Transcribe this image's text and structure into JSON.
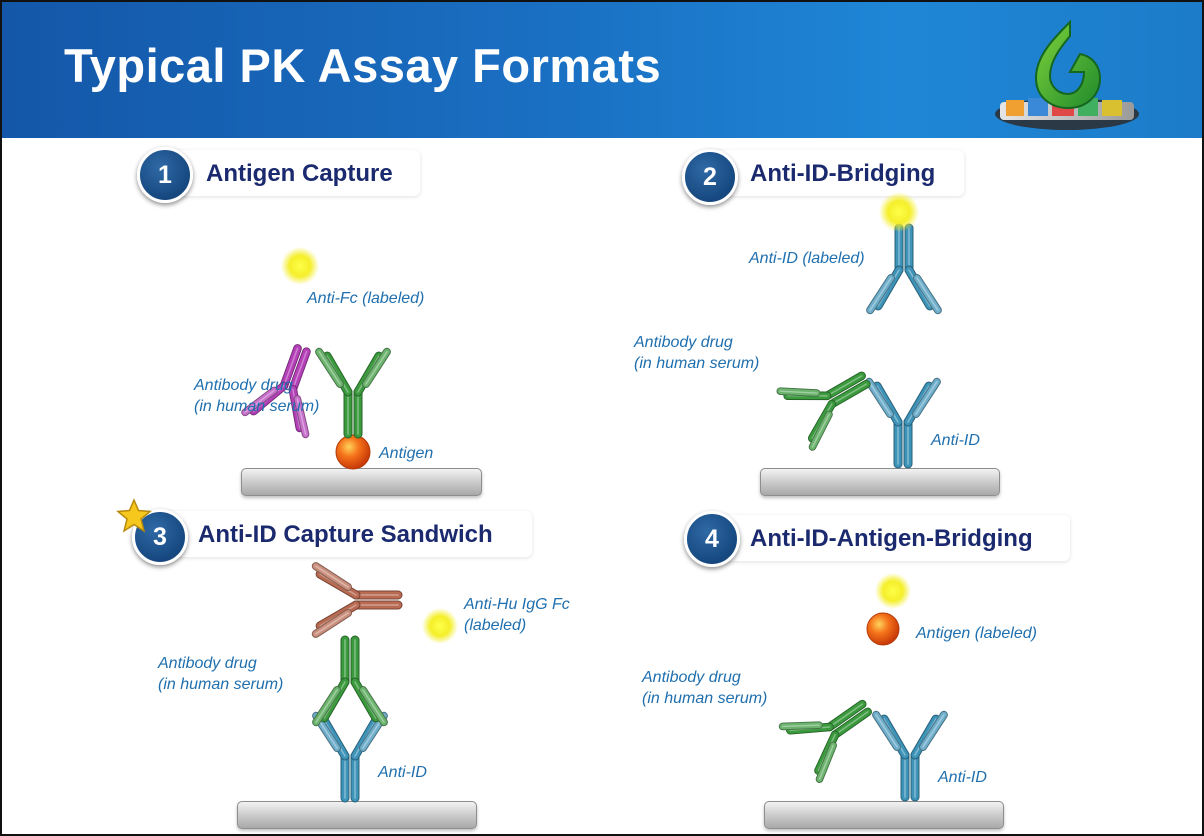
{
  "header": {
    "title": "Typical PK Assay Formats"
  },
  "sections": [
    {
      "number": "1",
      "title": "Antigen Capture",
      "labels": {
        "detector": "Anti-Fc (labeled)",
        "drug_line1": "Antibody drug",
        "drug_line2": "(in human serum)",
        "antigen": "Antigen"
      }
    },
    {
      "number": "2",
      "title": "Anti-ID-Bridging",
      "labels": {
        "detector": "Anti-ID (labeled)",
        "drug_line1": "Antibody drug",
        "drug_line2": "(in human serum)",
        "capture": "Anti-ID"
      }
    },
    {
      "number": "3",
      "title": "Anti-ID Capture Sandwich",
      "labels": {
        "detector_line1": "Anti-Hu IgG Fc",
        "detector_line2": "(labeled)",
        "drug_line1": "Antibody drug",
        "drug_line2": "(in human serum)",
        "capture": "Anti-ID"
      }
    },
    {
      "number": "4",
      "title": "Anti-ID-Antigen-Bridging",
      "labels": {
        "antigen": "Antigen (labeled)",
        "drug_line1": "Antibody drug",
        "drug_line2": "(in human serum)",
        "capture": "Anti-ID"
      }
    }
  ],
  "icons": [
    "logo-icon",
    "star-icon",
    "antibody-icon",
    "label-glow-icon",
    "antigen-sphere-icon"
  ],
  "colors": {
    "header": "#1a6fc2",
    "title_text": "#1b2a6e",
    "label_text": "#1f6fae",
    "anti_fc": "#b440b8",
    "drug": "#3b9a3e",
    "anti_id": "#3d93b8",
    "anti_hu_igg": "#b86a52",
    "glow": "#f4ee20",
    "antigen": "#f05a10"
  }
}
